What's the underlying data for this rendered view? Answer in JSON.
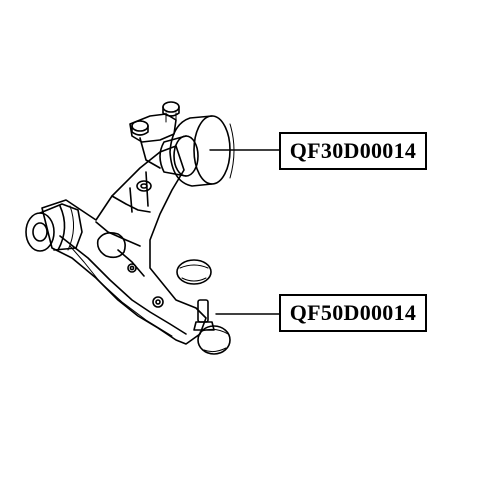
{
  "callouts": [
    {
      "part_number": "QF30D00014",
      "component": "rear-bushing"
    },
    {
      "part_number": "QF50D00014",
      "component": "ball-joint"
    }
  ],
  "line_color": "#000000",
  "background": "#ffffff"
}
